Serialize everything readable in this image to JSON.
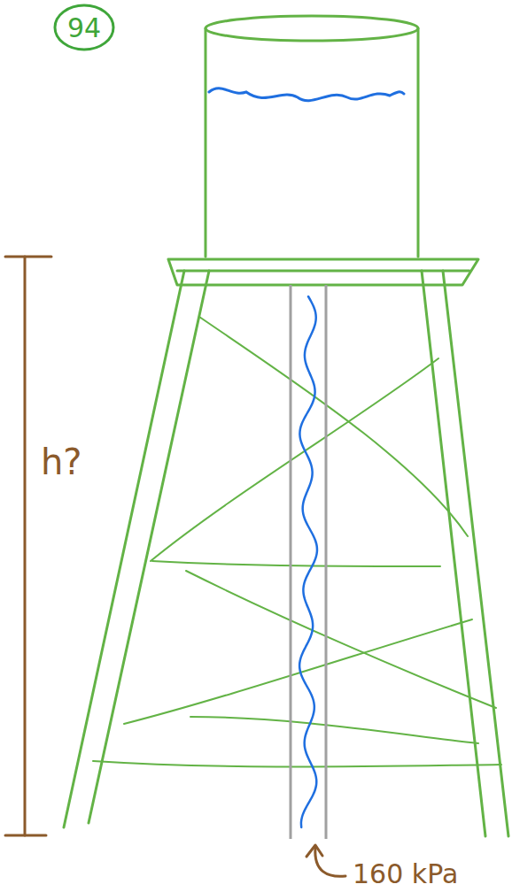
{
  "diagram": {
    "nodes": [
      {
        "text": [
          "94"
        ]
      }
    ],
    "labels": [
      "h?",
      "160 kPa"
    ]
  }
}
